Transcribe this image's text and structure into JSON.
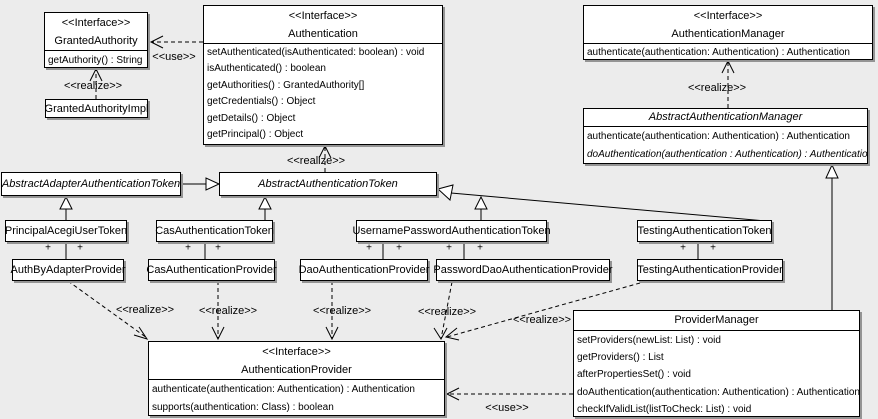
{
  "classes": {
    "granted_authority": {
      "stereotype": "<<Interface>>",
      "name": "GrantedAuthority",
      "methods": [
        "getAuthority() : String"
      ]
    },
    "granted_authority_impl": {
      "name": "GrantedAuthorityImpl"
    },
    "authentication": {
      "stereotype": "<<Interface>>",
      "name": "Authentication",
      "methods": [
        "setAuthenticated(isAuthenticated: boolean) : void",
        "isAuthenticated() : boolean",
        "getAuthorities() : GrantedAuthority[]",
        "getCredentials() : Object",
        "getDetails() : Object",
        "getPrincipal() : Object"
      ]
    },
    "authentication_manager": {
      "stereotype": "<<Interface>>",
      "name": "AuthenticationManager",
      "methods": [
        "authenticate(authentication: Authentication) : Authentication"
      ]
    },
    "abstract_authentication_manager": {
      "name": "AbstractAuthenticationManager",
      "methods": [
        "authenticate(authentication: Authentication) : Authentication",
        "doAuthentication(authentication : Authentication) : Authentication"
      ]
    },
    "abstract_adapter_authentication_token": {
      "name": "AbstractAdapterAuthenticationToken"
    },
    "abstract_authentication_token": {
      "name": "AbstractAuthenticationToken"
    },
    "principal_acegi_user_token": {
      "name": "PrincipalAcegiUserToken"
    },
    "cas_authentication_token": {
      "name": "CasAuthenticationToken"
    },
    "username_password_authentication_token": {
      "name": "UsernamePasswordAuthenticationToken"
    },
    "testing_authentication_token": {
      "name": "TestingAuthenticationToken"
    },
    "auth_by_adapter_provider": {
      "name": "AuthByAdapterProvider"
    },
    "cas_authentication_provider": {
      "name": "CasAuthenticationProvider"
    },
    "dao_authentication_provider": {
      "name": "DaoAuthenticationProvider"
    },
    "password_dao_authentication_provider": {
      "name": "PasswordDaoAuthenticationProvider"
    },
    "testing_authentication_provider": {
      "name": "TestingAuthenticationProvider"
    },
    "provider_manager": {
      "name": "ProviderManager",
      "methods": [
        "setProviders(newList: List) : void",
        "getProviders() : List",
        "afterPropertiesSet() : void",
        "doAuthentication(authentication: Authentication) : Authentication",
        "checkIfValidList(listToCheck: List) : void"
      ]
    },
    "authentication_provider": {
      "stereotype": "<<Interface>>",
      "name": "AuthenticationProvider",
      "methods": [
        "authenticate(authentication: Authentication) : Authentication",
        "supports(authentication: Class) : boolean"
      ]
    }
  },
  "labels": {
    "realize": "<<realize>>",
    "use": "<<use>>",
    "plus": "+"
  },
  "relationships": [
    {
      "type": "use",
      "from": "Authentication",
      "to": "GrantedAuthority"
    },
    {
      "type": "realize",
      "from": "GrantedAuthorityImpl",
      "to": "GrantedAuthority"
    },
    {
      "type": "realize",
      "from": "AbstractAuthenticationToken",
      "to": "Authentication"
    },
    {
      "type": "realize",
      "from": "AbstractAuthenticationManager",
      "to": "AuthenticationManager"
    },
    {
      "type": "generalization",
      "from": "AbstractAdapterAuthenticationToken",
      "to": "AbstractAuthenticationToken"
    },
    {
      "type": "generalization",
      "from": "PrincipalAcegiUserToken",
      "to": "AbstractAdapterAuthenticationToken"
    },
    {
      "type": "generalization",
      "from": "CasAuthenticationToken",
      "to": "AbstractAuthenticationToken"
    },
    {
      "type": "generalization",
      "from": "UsernamePasswordAuthenticationToken",
      "to": "AbstractAuthenticationToken"
    },
    {
      "type": "generalization",
      "from": "TestingAuthenticationToken",
      "to": "AbstractAuthenticationToken"
    },
    {
      "type": "generalization",
      "from": "ProviderManager",
      "to": "AbstractAuthenticationManager"
    },
    {
      "type": "association",
      "from": "PrincipalAcegiUserToken",
      "to": "AuthByAdapterProvider"
    },
    {
      "type": "association",
      "from": "CasAuthenticationToken",
      "to": "CasAuthenticationProvider"
    },
    {
      "type": "association",
      "from": "UsernamePasswordAuthenticationToken",
      "to": "DaoAuthenticationProvider"
    },
    {
      "type": "association",
      "from": "UsernamePasswordAuthenticationToken",
      "to": "PasswordDaoAuthenticationProvider"
    },
    {
      "type": "association",
      "from": "TestingAuthenticationToken",
      "to": "TestingAuthenticationProvider"
    },
    {
      "type": "realize",
      "from": "AuthByAdapterProvider",
      "to": "AuthenticationProvider"
    },
    {
      "type": "realize",
      "from": "CasAuthenticationProvider",
      "to": "AuthenticationProvider"
    },
    {
      "type": "realize",
      "from": "DaoAuthenticationProvider",
      "to": "AuthenticationProvider"
    },
    {
      "type": "realize",
      "from": "PasswordDaoAuthenticationProvider",
      "to": "AuthenticationProvider"
    },
    {
      "type": "realize",
      "from": "TestingAuthenticationProvider",
      "to": "AuthenticationProvider"
    },
    {
      "type": "use",
      "from": "ProviderManager",
      "to": "AuthenticationProvider"
    }
  ]
}
